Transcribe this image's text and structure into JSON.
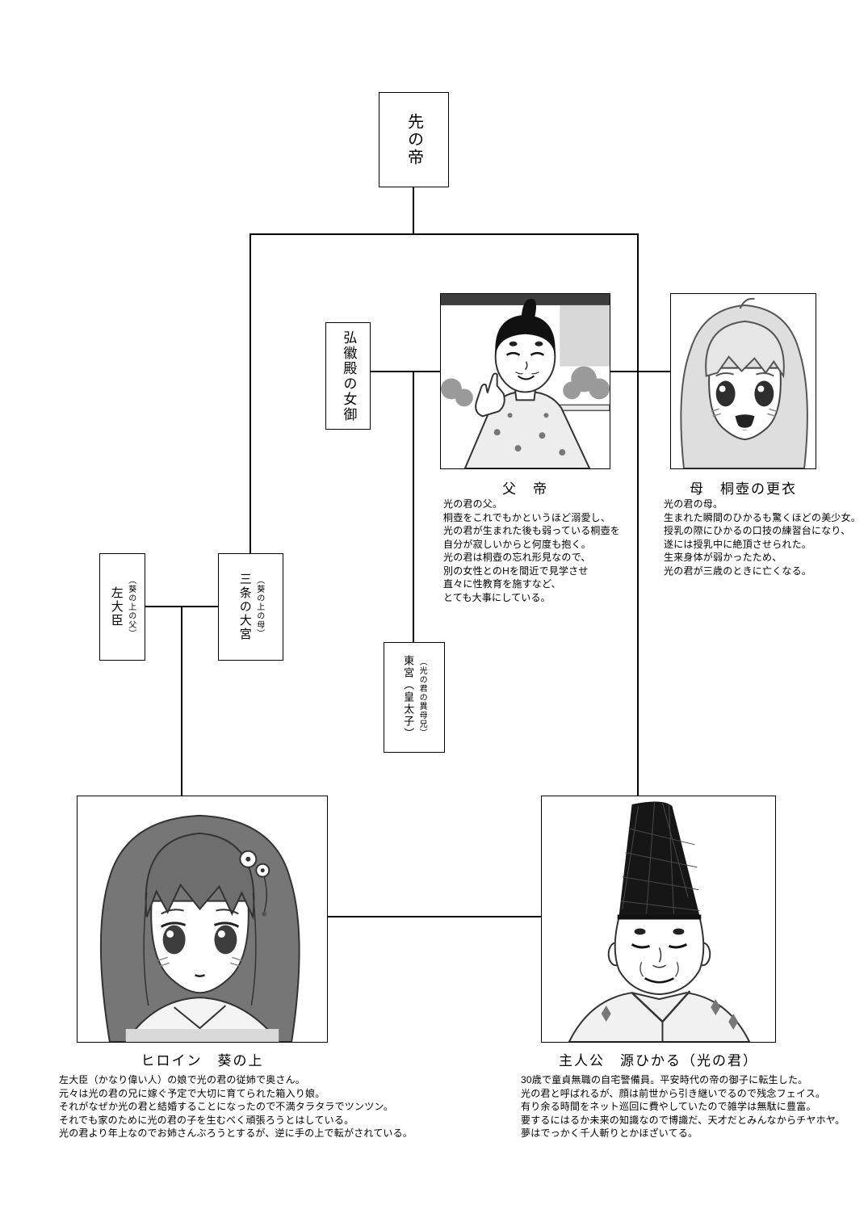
{
  "page": {
    "background_color": "#ffffff",
    "line_color": "#000000"
  },
  "nodes": {
    "previous_emperor": {
      "label": "先の帝"
    },
    "kokiden": {
      "label": "弘徽殿の女御"
    },
    "sadaijin": {
      "label": "左大臣",
      "note": "（葵の上の父）"
    },
    "sanjo_no_omiya": {
      "label": "三条の大宮",
      "note": "（葵の上の母）"
    },
    "togu": {
      "label": "東宮（皇太子）",
      "note": "（光の君の異母兄）"
    }
  },
  "portraits": {
    "father_emperor": {
      "caption": "父　帝",
      "description": [
        "光の君の父。",
        "桐壺をこれでもかというほど溺愛し、",
        "光の君が生まれた後も弱っている桐壺を",
        "自分が寂しいからと何度も抱く。",
        "光の君は桐壺の忘れ形見なので、",
        "別の女性とのHを間近で見学させ",
        "直々に性教育を施すなど、",
        "とても大事にしている。"
      ]
    },
    "mother_kiritsubo": {
      "caption": "母　桐壺の更衣",
      "description": [
        "光の君の母。",
        "生まれた瞬間のひかるも驚くほどの美少女。",
        "授乳の際にひかるの口技の練習台になり、",
        "遂には授乳中に絶頂させられた。",
        "生来身体が弱かったため、",
        "光の君が三歳のときに亡くなる。"
      ]
    },
    "heroine_aoi": {
      "caption": "ヒロイン　葵の上",
      "description": [
        "左大臣（かなり偉い人）の娘で光の君の従姉で奥さん。",
        "元々は光の君の兄に嫁ぐ予定で大切に育てられた箱入り娘。",
        "それがなぜか光の君と結婚することになったので不満タラタラでツンツン。",
        "それでも家のために光の君の子を生むべく頑張ろうとはしている。",
        "光の君より年上なのでお姉さんぶろうとするが、逆に手の上で転がされている。"
      ]
    },
    "protagonist_hikaru": {
      "caption": "主人公　源ひかる（光の君）",
      "description": [
        "30歳で童貞無職の自宅警備員。平安時代の帝の御子に転生した。",
        "光の君と呼ばれるが、顔は前世から引き継いでるので残念フェイス。",
        "有り余る時間をネット巡回に費やしていたので雑学は無駄に豊富。",
        "要するにはるか未来の知識なので博識だ、天才だとみんなからチヤホヤ。",
        "夢はでっかく千人斬りとかほざいてる。"
      ]
    }
  }
}
